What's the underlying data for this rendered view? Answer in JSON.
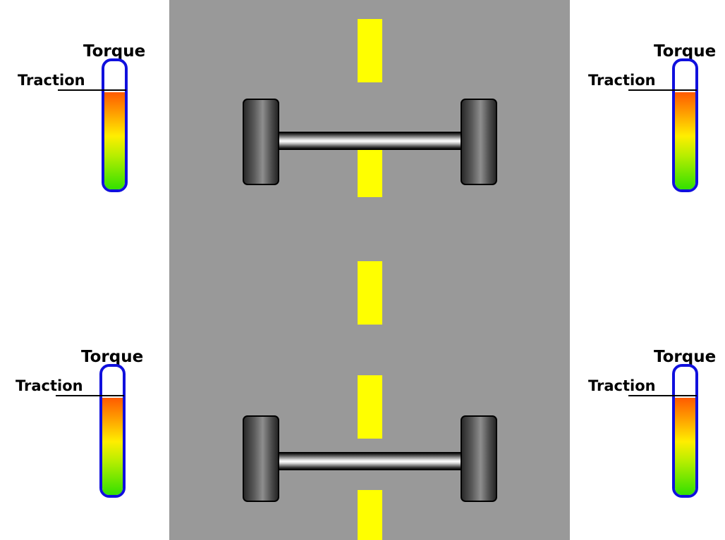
{
  "road": {
    "color": "#999999",
    "centerline_color": "#ffff00"
  },
  "axles": [
    {
      "name": "front-axle"
    },
    {
      "name": "rear-axle"
    }
  ],
  "gauges": [
    {
      "position": "front-left",
      "torque_label": "Torque",
      "traction_label": "Traction",
      "torque_level": 0.76,
      "traction_level": 0.78
    },
    {
      "position": "front-right",
      "torque_label": "Torque",
      "traction_label": "Traction",
      "torque_level": 0.76,
      "traction_level": 0.78
    },
    {
      "position": "rear-left",
      "torque_label": "Torque",
      "traction_label": "Traction",
      "torque_level": 0.76,
      "traction_level": 0.78
    },
    {
      "position": "rear-right",
      "torque_label": "Torque",
      "traction_label": "Traction",
      "torque_level": 0.76,
      "traction_level": 0.78
    }
  ],
  "colors": {
    "gauge_border": "#1010dd",
    "fill_top": "#ff5a00",
    "fill_mid": "#ffee00",
    "fill_bottom": "#33e000"
  }
}
